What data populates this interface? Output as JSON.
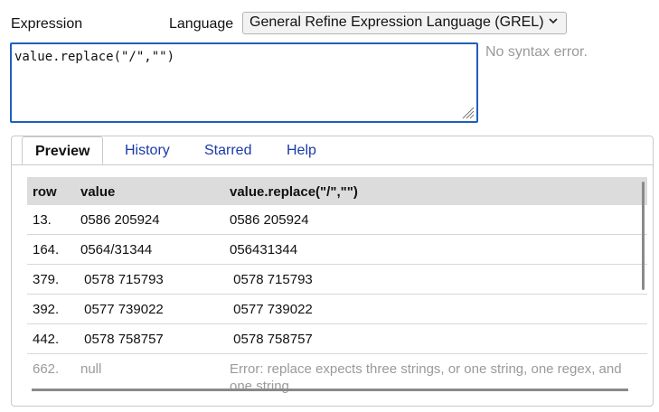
{
  "expression_label": "Expression",
  "language_label": "Language",
  "language_select": {
    "selected": "General Refine Expression Language (GREL)"
  },
  "expression_text": "value.replace(\"/\",\"\")",
  "syntax_status": "No syntax error.",
  "tabs": [
    "Preview",
    "History",
    "Starred",
    "Help"
  ],
  "table": {
    "headers": [
      "row",
      "value",
      "value.replace(\"/\",\"\")"
    ],
    "rows": [
      {
        "row": "13.",
        "value": "0586 205924",
        "result": "0586 205924"
      },
      {
        "row": "164.",
        "value": "0564/31344",
        "result": "056431344"
      },
      {
        "row": "379.",
        "value": " 0578 715793",
        "result": " 0578 715793"
      },
      {
        "row": "392.",
        "value": " 0577 739022",
        "result": " 0577 739022"
      },
      {
        "row": "442.",
        "value": " 0578 758757",
        "result": " 0578 758757"
      },
      {
        "row": "662.",
        "value": "null",
        "result": "Error: replace expects three strings, or one string, one regex, and one string"
      }
    ]
  },
  "colors": {
    "accent": "#1f5fbf",
    "tab_link": "#1b3aa8",
    "muted": "#9a9a9a",
    "header_bg": "#dcdcdc"
  }
}
